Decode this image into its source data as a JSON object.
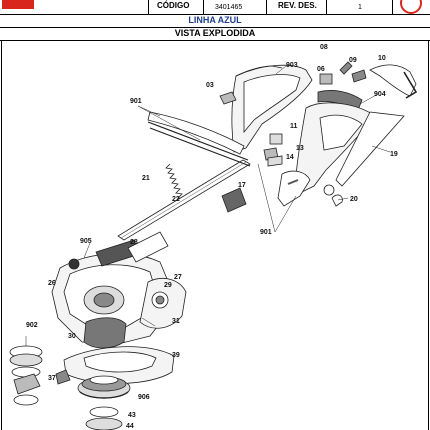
{
  "header": {
    "codigo_label": "CÓDIGO",
    "codigo_value": "3401465",
    "rev_label": "REV. DES.",
    "rev_value": "1"
  },
  "line_title": "LINHA AZUL",
  "view_title": "VISTA EXPLODIDA",
  "colors": {
    "brand_red": "#d9261c",
    "title_blue": "#1f3e8c"
  },
  "part_labels": {
    "p03": "03",
    "p06": "06",
    "p08": "08",
    "p09": "09",
    "p10": "10",
    "p11": "11",
    "p13": "13",
    "p14": "14",
    "p17": "17",
    "p19": "19",
    "p20": "20",
    "p21": "21",
    "p22": "22",
    "p26": "26",
    "p27": "27",
    "p28": "28",
    "p29": "29",
    "p30": "30",
    "p31": "31",
    "p37": "37",
    "p39": "39",
    "p43": "43",
    "p44": "44",
    "p901a": "901",
    "p901b": "901",
    "p902": "902",
    "p903": "903",
    "p904": "904",
    "p905": "905",
    "p906": "906"
  }
}
